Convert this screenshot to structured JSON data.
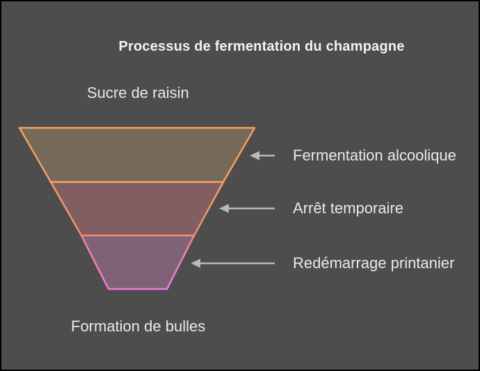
{
  "diagram": {
    "title": "Processus de fermentation du champagne",
    "top_label": "Sucre de raisin",
    "bottom_label": "Formation de bulles",
    "segments": [
      {
        "label": "Fermentation alcoolique",
        "fill": "#756a5a",
        "stroke": "#f6a35c"
      },
      {
        "label": "Arrêt temporaire",
        "fill": "#815f61",
        "stroke": "#f8877b"
      },
      {
        "label": "Redémarrage printanier",
        "fill": "#7e6378",
        "stroke": "#ee7ce1"
      }
    ],
    "stroke_gradient": {
      "stop0": "#f6a35c",
      "stop1": "#f79e61",
      "stop2": "#f8877b",
      "stop3": "#ee7ce1"
    },
    "arrow_color": "#b9b9b9",
    "colors": {
      "background": "#4d4d4d",
      "border": "#000000",
      "title_text": "#f2f2f2",
      "label_text": "#e9e9e9"
    }
  }
}
